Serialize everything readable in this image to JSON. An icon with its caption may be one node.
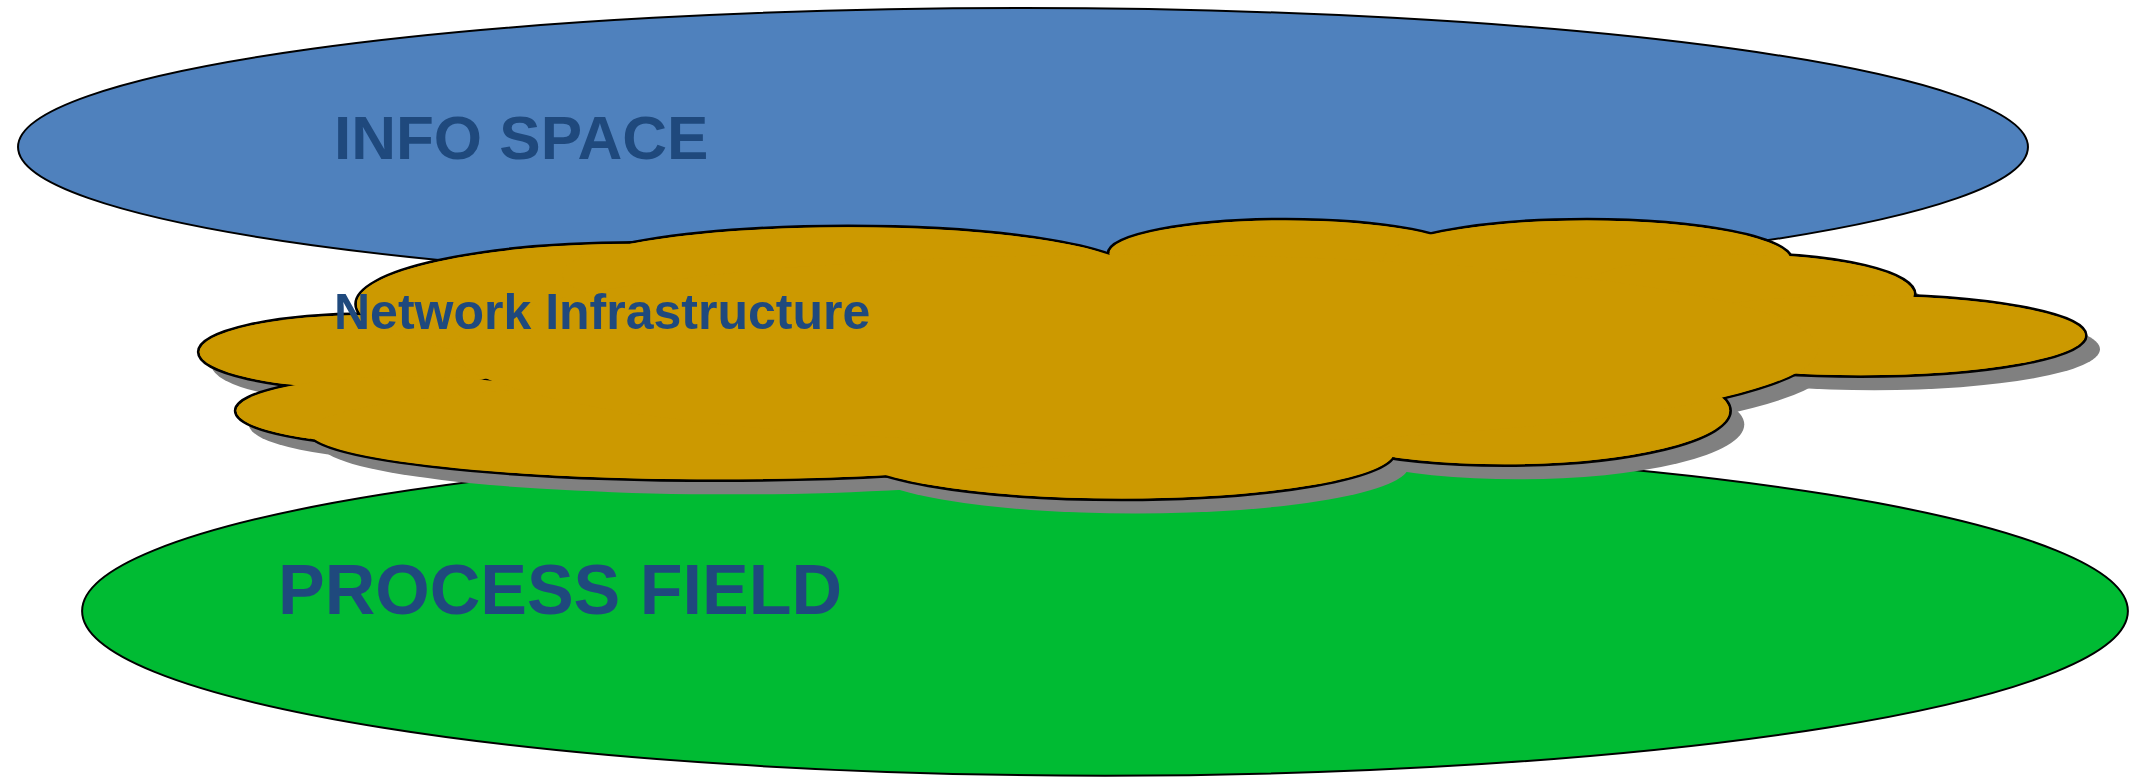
{
  "diagram": {
    "nodes": [
      {
        "text": [
          "INFO SPACE"
        ]
      },
      {
        "text": [
          "PROCESS FIELD"
        ]
      },
      {
        "text": [
          "Network Infrastructure"
        ]
      }
    ]
  }
}
